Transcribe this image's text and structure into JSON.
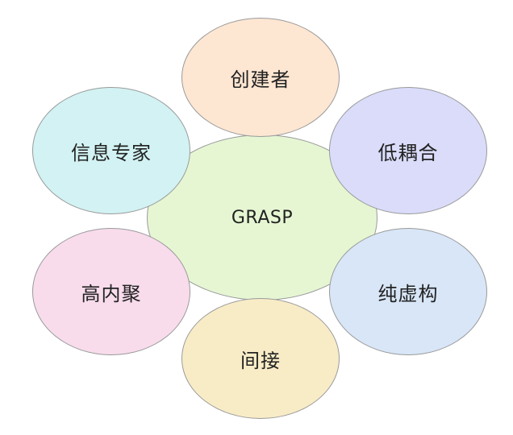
{
  "center": {
    "label": "GRASP",
    "color": "#e6f6d3"
  },
  "nodes": [
    {
      "key": "creator",
      "label": "创建者",
      "color": "#fde6d2"
    },
    {
      "key": "low-coupling",
      "label": "低耦合",
      "color": "#dadcfa"
    },
    {
      "key": "pure-fabrication",
      "label": "纯虚构",
      "color": "#d8e6f7"
    },
    {
      "key": "indirection",
      "label": "间接",
      "color": "#f8ecc7"
    },
    {
      "key": "high-cohesion",
      "label": "高内聚",
      "color": "#f8dcec"
    },
    {
      "key": "information-expert",
      "label": "信息专家",
      "color": "#d2f2f3"
    }
  ]
}
